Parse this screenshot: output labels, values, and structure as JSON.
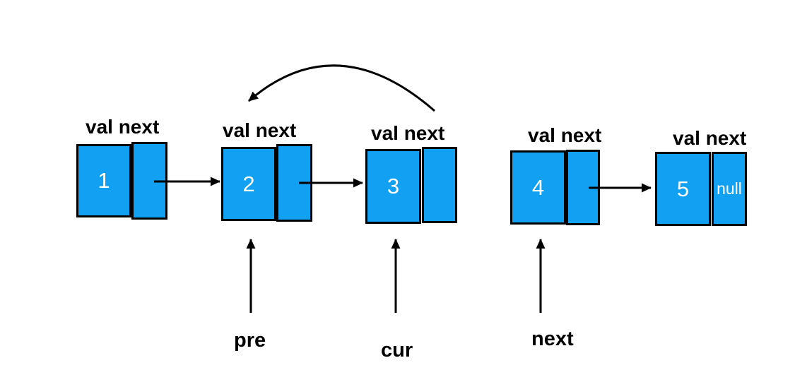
{
  "diagram": {
    "description": "Singly linked list reversal step diagram",
    "node_header": "val next",
    "nodes": [
      {
        "value": "1",
        "next_text": ""
      },
      {
        "value": "2",
        "next_text": ""
      },
      {
        "value": "3",
        "next_text": ""
      },
      {
        "value": "4",
        "next_text": ""
      },
      {
        "value": "5",
        "next_text": "null"
      }
    ],
    "pointers": [
      {
        "label": "pre",
        "points_to_value": "2"
      },
      {
        "label": "cur",
        "points_to_value": "3"
      },
      {
        "label": "next",
        "points_to_value": "4"
      }
    ],
    "links": [
      {
        "from": "1",
        "to": "2",
        "style": "straight"
      },
      {
        "from": "2",
        "to": "3",
        "style": "straight"
      },
      {
        "from": "4",
        "to": "5",
        "style": "straight"
      },
      {
        "from": "3",
        "to": "2",
        "style": "curved-reversed"
      }
    ],
    "colors": {
      "node_fill": "#12A1F2",
      "node_border": "#000000",
      "arrow": "#000000",
      "value_text": "#FFFFFF",
      "label_text": "#000000",
      "background": "#FFFFFF"
    }
  }
}
